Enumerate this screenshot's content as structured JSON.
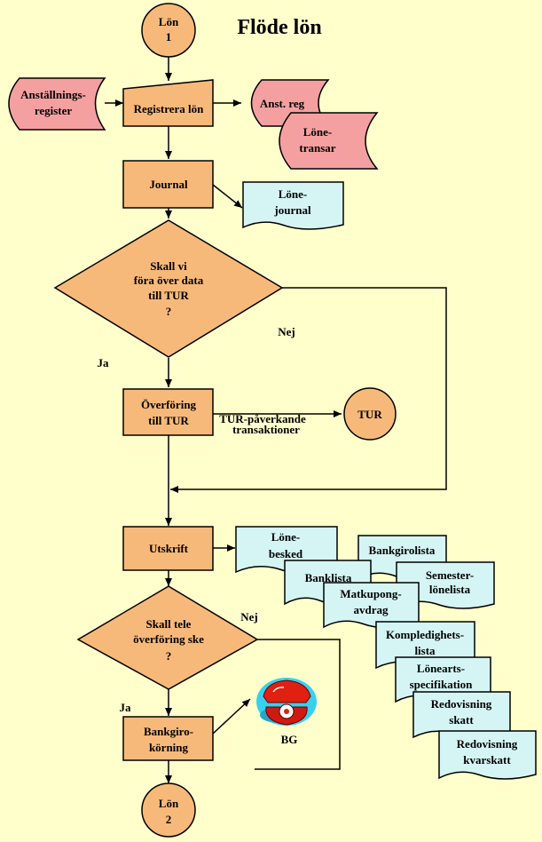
{
  "title": "Flöde lön",
  "colors": {
    "background": "#ffffcc",
    "process": "#f7b97a",
    "storage_red": "#f5a0a0",
    "document_cyan": "#d5f5f5",
    "connector": "#f7b97a",
    "line": "#000000"
  },
  "nodes": {
    "start": [
      "Lön",
      "1"
    ],
    "anstallningsregister": [
      "Anställnings-",
      "register"
    ],
    "registrera": [
      "Registrera lön"
    ],
    "anst_reg": [
      "Anst. reg"
    ],
    "lonetransar": [
      "Löne-",
      "transar"
    ],
    "journal": [
      "Journal"
    ],
    "lonejournal": [
      "Löne-",
      "journal"
    ],
    "decision_tur": [
      "Skall vi",
      "föra över data",
      "till TUR",
      "?"
    ],
    "overforing": [
      "Överföring",
      "till TUR"
    ],
    "tur_label": [
      "TUR-påverkande",
      "transaktioner"
    ],
    "tur": [
      "TUR"
    ],
    "utskrift": [
      "Utskrift"
    ],
    "lonebesked": [
      "Löne-",
      "besked"
    ],
    "bankgirolista": [
      "Bankgirolista"
    ],
    "banklista": [
      "Banklista"
    ],
    "semesterlonelista": [
      "Semester-",
      "lönelista"
    ],
    "matkupong": [
      "Matkupong-",
      "avdrag"
    ],
    "kompledighet": [
      "Kompledighets-",
      "lista"
    ],
    "lonearts": [
      "Lönearts-",
      "specifikation"
    ],
    "redovisning_skatt": [
      "Redovisning",
      "skatt"
    ],
    "redovisning_kvarskatt": [
      "Redovisning",
      "kvarskatt"
    ],
    "decision_tele": [
      "Skall tele",
      "överföring ske",
      "?"
    ],
    "bankgiro": [
      "Bankgiro-",
      "körning"
    ],
    "bg": [
      "BG"
    ],
    "end": [
      "Lön",
      "2"
    ]
  },
  "edge_labels": {
    "tur_nej": "Nej",
    "tur_ja": "Ja",
    "tele_nej": "Nej",
    "tele_ja": "Ja"
  },
  "icons": {
    "bg": "telephone-icon"
  }
}
